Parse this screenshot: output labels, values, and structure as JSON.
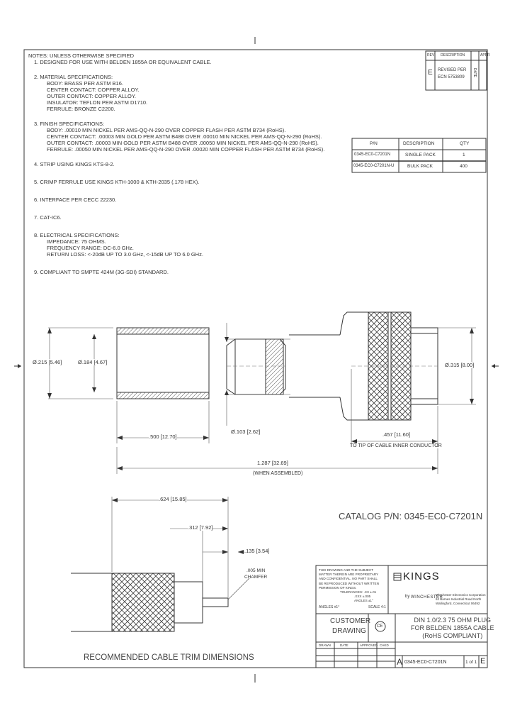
{
  "notes": {
    "header": "NOTES: UNLESS OTHERWISE SPECIFIED",
    "n1": "1. DESIGNED FOR USE WITH BELDEN 1855A OR EQUIVALENT CABLE.",
    "n2": "2. MATERIAL SPECIFICATIONS:",
    "n2a": "BODY: BRASS PER ASTM B16.",
    "n2b": "CENTER CONTACT: COPPER ALLOY.",
    "n2c": "OUTER CONTACT: COPPER ALLOY.",
    "n2d": "INSULATOR: TEFLON PER ASTM D1710.",
    "n2e": "FERRULE: BRONZE C2200.",
    "n3": "3. FINISH SPECIFICATIONS:",
    "n3a": "BODY: .00010 MIN NICKEL PER AMS-QQ-N-290 OVER COPPER FLASH PER ASTM B734 (RoHS).",
    "n3b": "CENTER CONTACT: .00003 MIN GOLD PER ASTM B488 OVER .00010 MIN NICKEL PER AMS-QQ-N-290 (RoHS).",
    "n3c": "OUTER CONTACT: .00003 MIN GOLD PER ASTM B488 OVER .00050 MIN NICKEL PER AMS-QQ-N-290 (RoHS).",
    "n3d": "FERRULE: .00050 MIN NICKEL PER AMS-QQ-N-290 OVER .00020 MIN COPPER FLASH PER ASTM B734 (RoHS).",
    "n4": "4. STRIP USING KINGS KTS-8-2.",
    "n5": "5. CRIMP FERRULE USE KINGS KTH-1000 & KTH-2035 (.178 HEX).",
    "n6": "6. INTERFACE PER CECC 22230.",
    "n7": "7. CAT-IC6.",
    "n8": "8. ELECTRICAL SPECIFICATIONS:",
    "n8a": "IMPEDANCE: 75 OHMS.",
    "n8b": "FREQUENCY RANGE: DC-6.0 GHz.",
    "n8c": "RETURN LOSS: <-20dB UP TO 3.0 GHz, <-15dB UP TO 6.0 GHz.",
    "n9": "9. COMPLIANT TO SMPTE 424M (3G-SDI) STANDARD."
  },
  "revision": {
    "headers": [
      "REV",
      "DESCRIPTION",
      "APPR"
    ],
    "rev": "E",
    "description_1": "REVISED PER",
    "description_2": "ECN 5753809",
    "appr": "DATE"
  },
  "parts": {
    "headers": [
      "P/N",
      "DESCRIPTION",
      "QTY"
    ],
    "rows": [
      [
        "0345-EC0-C7201N",
        "SINGLE PACK",
        "1"
      ],
      [
        "0345-EC0-C7201N-U",
        "BULK PACK",
        "400"
      ]
    ]
  },
  "dims": {
    "od_left": "Ø.215 [5.46]",
    "id_left": "Ø.184 [4.67]",
    "len_500": ".500 [12.70]",
    "dia_103": "Ø.103 [2.62]",
    "dia_315": "Ø.315 [8.00]",
    "len_457": ".457 [11.60]",
    "tip_label": "TO TIP OF CABLE INNER CONDUCTOR",
    "len_1287": "1.287 [32.69]",
    "assembled": "(WHEN ASSEMBLED)",
    "trim_624": ".624 [15.85]",
    "trim_312": ".312 [7.92]",
    "trim_135": ".135 [3.54]",
    "chamfer_1": ".005 MIN",
    "chamfer_2": "CHAMFER"
  },
  "catalog": "CATALOG P/N: 0345-EC0-C7201N",
  "trim_title": "RECOMMENDED CABLE TRIM DIMENSIONS",
  "title_block": {
    "disclaimer": [
      "THIS DRAWING AND THE SUBJECT",
      "MATTER THEREIN ARE PROPRIETARY",
      "AND CONFIDENTIAL. NO PART SHALL",
      "BE REPRODUCED WITHOUT WRITTEN",
      "PERMISSION OF KINGS.",
      "TOLERANCES: .XX ±.01",
      ".XXX ±.005",
      "ANGLES ±1°"
    ],
    "angles": "ANGLES ±1°",
    "scale": "SCALE 4:1",
    "logo": "KINGS",
    "by": "by",
    "winchester": "WINCHESTER",
    "company_1": "Winchester Electronics Corporation",
    "company_2": "62 Barnes Industrial Road North",
    "company_3": "Wallingford, Connecticut 06492",
    "customer_1": "CUSTOMER",
    "customer_2": "DRAWING",
    "ce": "CE",
    "title_1": "DIN 1.0/2.3 75 OHM PLUG",
    "title_2": "FOR BELDEN 1855A CABLE",
    "title_3": "(RoHS COMPLIANT)",
    "size": "A",
    "dwg_no": "0345-EC0-C7201N",
    "sheet": "1 of 1",
    "rev": "E",
    "drawn": "DRAWN",
    "date": "DATE",
    "approved": "APPROVED",
    "checked": "CHKD"
  }
}
